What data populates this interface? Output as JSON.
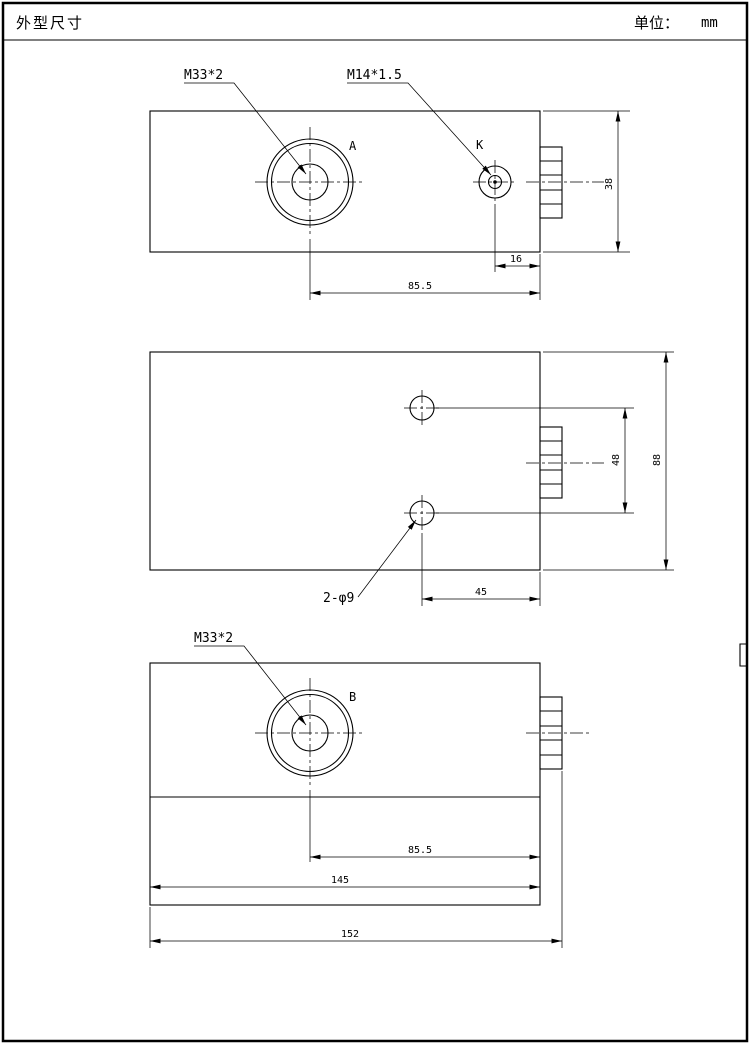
{
  "colors": {
    "ink": "#000000",
    "paper": "#ffffff"
  },
  "header": {
    "title": "外型尺寸",
    "unit_label": "单位：",
    "unit_value": "mm"
  },
  "views": {
    "top": {
      "thread_label_m33": "M33*2",
      "thread_label_m14": "M14*1.5",
      "port_a": "A",
      "port_k": "K",
      "dim_height": "38",
      "dim_port_offset": "16",
      "dim_center": "85.5"
    },
    "middle": {
      "holes_label": "2-φ9",
      "dim_hole_spacing": "48",
      "dim_overall_height": "88",
      "dim_hole_offset": "45"
    },
    "bottom": {
      "thread_label_m33": "M33*2",
      "port_b": "B",
      "dim_center": "85.5",
      "dim_body_length": "145",
      "dim_overall_length": "152"
    }
  }
}
